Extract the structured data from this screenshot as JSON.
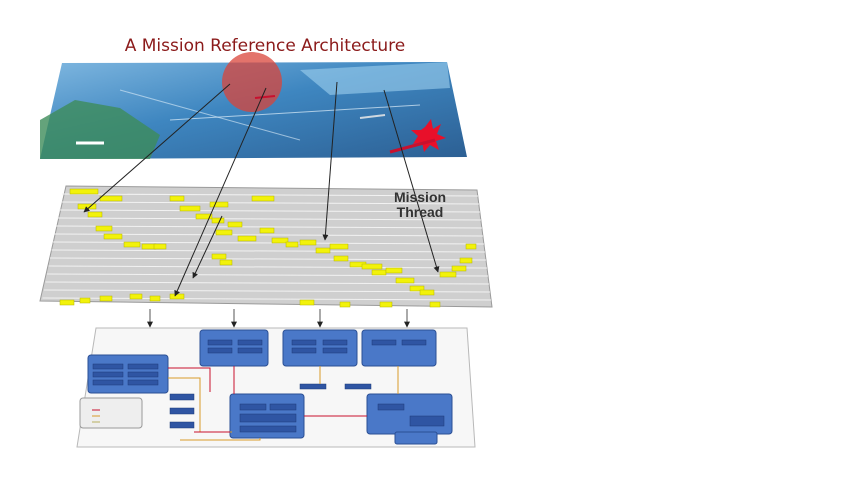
{
  "diagram": {
    "title": "A Mission Reference Architecture",
    "mission_thread_label_line1": "Mission",
    "mission_thread_label_line2": "Thread"
  },
  "colors": {
    "title": "#8b1a1a",
    "ocean": "#3d7fb5",
    "thread_block": "#f2f20a",
    "architecture_block": "#4a78c8",
    "arrow": "#222222"
  }
}
